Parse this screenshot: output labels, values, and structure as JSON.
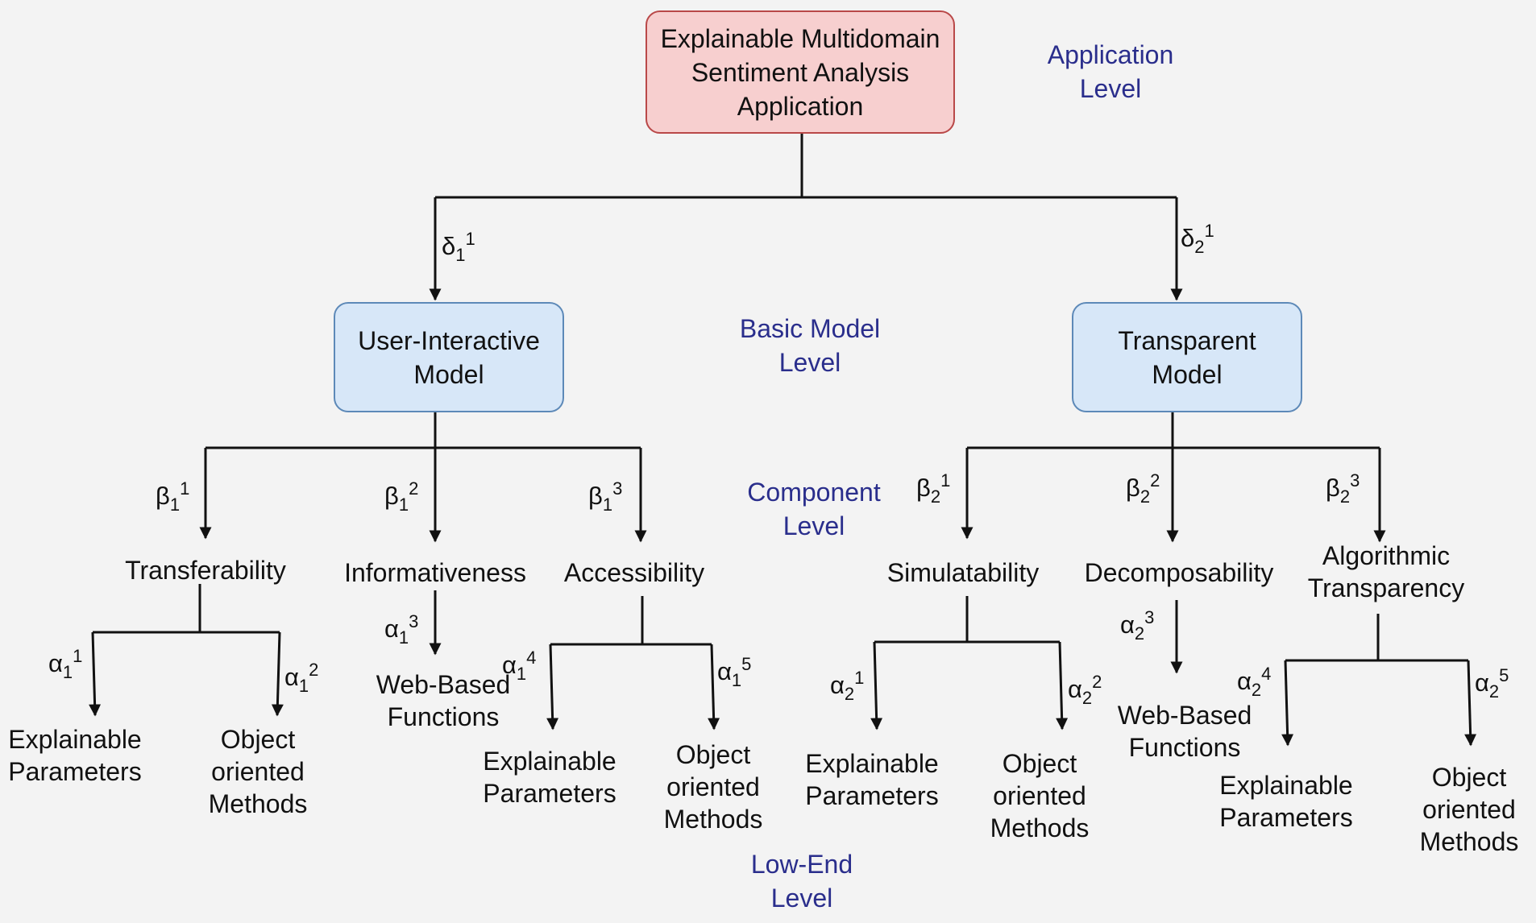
{
  "root": {
    "line1": "Explainable Multidomain",
    "line2": "Sentiment Analysis",
    "line3": "Application"
  },
  "levels": {
    "application": [
      "Application",
      "Level"
    ],
    "basic_model": [
      "Basic Model",
      "Level"
    ],
    "component": [
      "Component",
      "Level"
    ],
    "low_end": [
      "Low-End",
      "Level"
    ]
  },
  "models": {
    "user_interactive": [
      "User-Interactive",
      "Model"
    ],
    "transparent": [
      "Transparent",
      "Model"
    ]
  },
  "components": {
    "transferability": [
      "Transferability"
    ],
    "informativeness": [
      "Informativeness"
    ],
    "accessibility": [
      "Accessibility"
    ],
    "simulatability": [
      "Simulatability"
    ],
    "decomposability": [
      "Decomposability"
    ],
    "algorithmic_transparency": [
      "Algorithmic",
      "Transparency"
    ]
  },
  "leaves": {
    "t_explainable": [
      "Explainable",
      "Parameters"
    ],
    "t_object": [
      "Object",
      "oriented",
      "Methods"
    ],
    "i_web": [
      "Web-Based",
      "Functions"
    ],
    "a_explainable": [
      "Explainable",
      "Parameters"
    ],
    "a_object": [
      "Object",
      "oriented",
      "Methods"
    ],
    "s_explainable": [
      "Explainable",
      "Parameters"
    ],
    "s_object": [
      "Object",
      "oriented",
      "Methods"
    ],
    "d_web": [
      "Web-Based",
      "Functions"
    ],
    "al_explainable": [
      "Explainable",
      "Parameters"
    ],
    "al_object": [
      "Object",
      "oriented",
      "Methods"
    ]
  },
  "edge_labels": {
    "delta_1_1": {
      "symbol": "δ",
      "sub": "1",
      "sup": "1"
    },
    "delta_2_1": {
      "symbol": "δ",
      "sub": "2",
      "sup": "1"
    },
    "beta_1_1": {
      "symbol": "β",
      "sub": "1",
      "sup": "1"
    },
    "beta_1_2": {
      "symbol": "β",
      "sub": "1",
      "sup": "2"
    },
    "beta_1_3": {
      "symbol": "β",
      "sub": "1",
      "sup": "3"
    },
    "beta_2_1": {
      "symbol": "β",
      "sub": "2",
      "sup": "1"
    },
    "beta_2_2": {
      "symbol": "β",
      "sub": "2",
      "sup": "2"
    },
    "beta_2_3": {
      "symbol": "β",
      "sub": "2",
      "sup": "3"
    },
    "alpha_1_1": {
      "symbol": "α",
      "sub": "1",
      "sup": "1"
    },
    "alpha_1_2": {
      "symbol": "α",
      "sub": "1",
      "sup": "2"
    },
    "alpha_1_3": {
      "symbol": "α",
      "sub": "1",
      "sup": "3"
    },
    "alpha_1_4": {
      "symbol": "α",
      "sub": "1",
      "sup": "4"
    },
    "alpha_1_5": {
      "symbol": "α",
      "sub": "1",
      "sup": "5"
    },
    "alpha_2_1": {
      "symbol": "α",
      "sub": "2",
      "sup": "1"
    },
    "alpha_2_2": {
      "symbol": "α",
      "sub": "2",
      "sup": "2"
    },
    "alpha_2_3": {
      "symbol": "α",
      "sub": "2",
      "sup": "3"
    },
    "alpha_2_4": {
      "symbol": "α",
      "sub": "2",
      "sup": "4"
    },
    "alpha_2_5": {
      "symbol": "α",
      "sub": "2",
      "sup": "5"
    }
  },
  "colors": {
    "root_fill": "#f7cfcf",
    "root_border": "#b94848",
    "model_fill": "#d7e7f8",
    "model_border": "#5d89b8",
    "level_text": "#2a2e8c",
    "line": "#111111"
  }
}
